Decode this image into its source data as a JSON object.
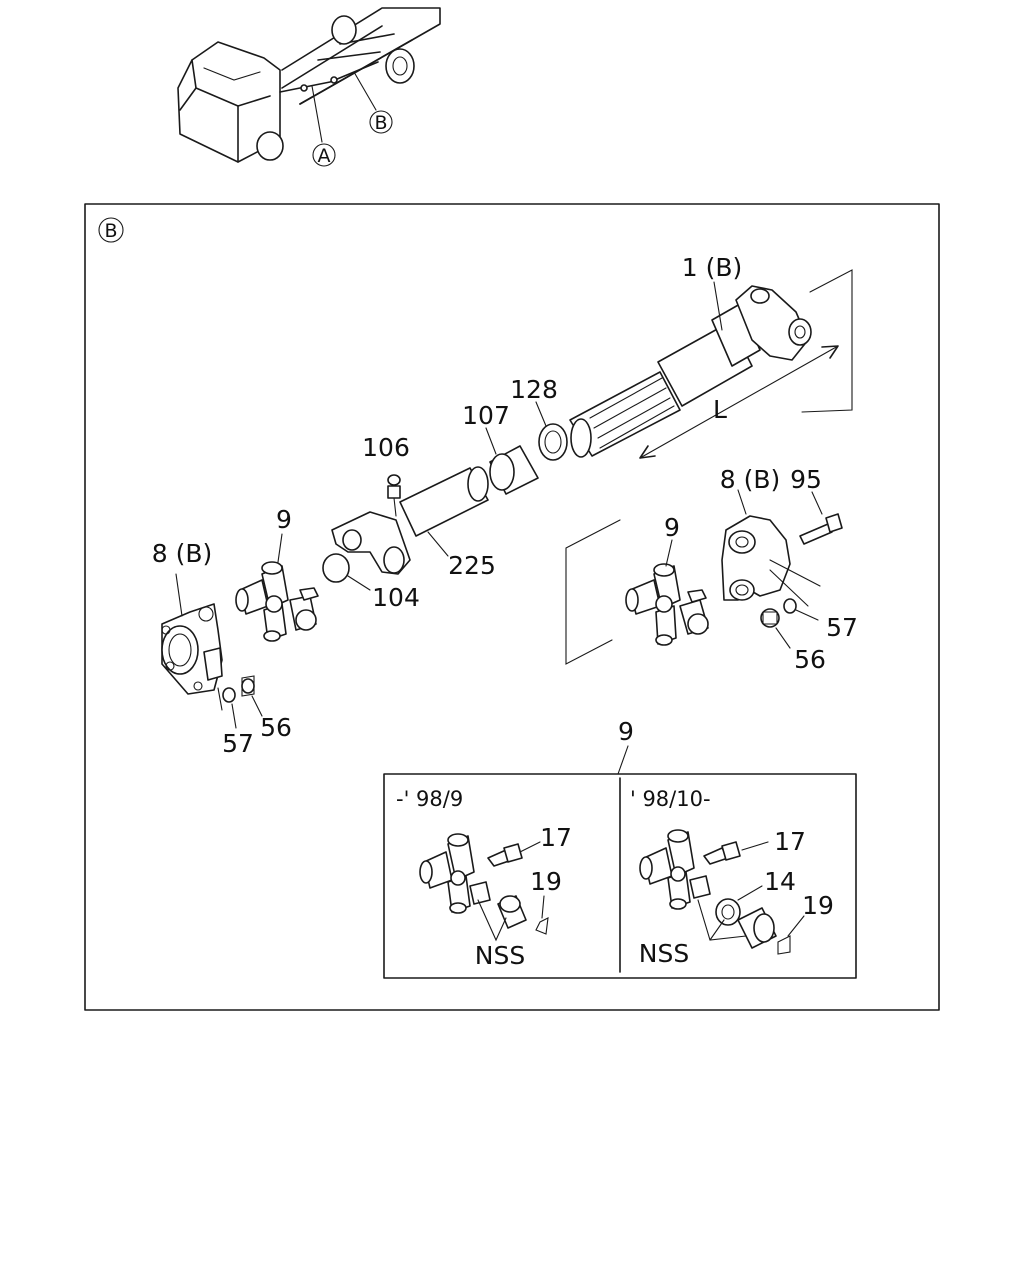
{
  "overview": {
    "callout_a": "A",
    "callout_b": "B"
  },
  "detail": {
    "view_marker": "B",
    "labels": {
      "p1b": "1 (B)",
      "dim_l": "L",
      "p128": "128",
      "p107": "107",
      "p106": "106",
      "p225": "225",
      "p104": "104",
      "p9_left": "9",
      "p8b_left": "8 (B)",
      "p57_left": "57",
      "p56_left": "56",
      "p9_right": "9",
      "p8b_right": "8 (B)",
      "p95": "95",
      "p57_right": "57",
      "p56_right": "56",
      "p9_inset": "9"
    }
  },
  "inset": {
    "left_panel": {
      "range": "-' 98/9",
      "p17": "17",
      "p19": "19",
      "nss": "NSS"
    },
    "right_panel": {
      "range": "' 98/10-",
      "p17": "17",
      "p14": "14",
      "p19": "19",
      "nss": "NSS"
    }
  }
}
